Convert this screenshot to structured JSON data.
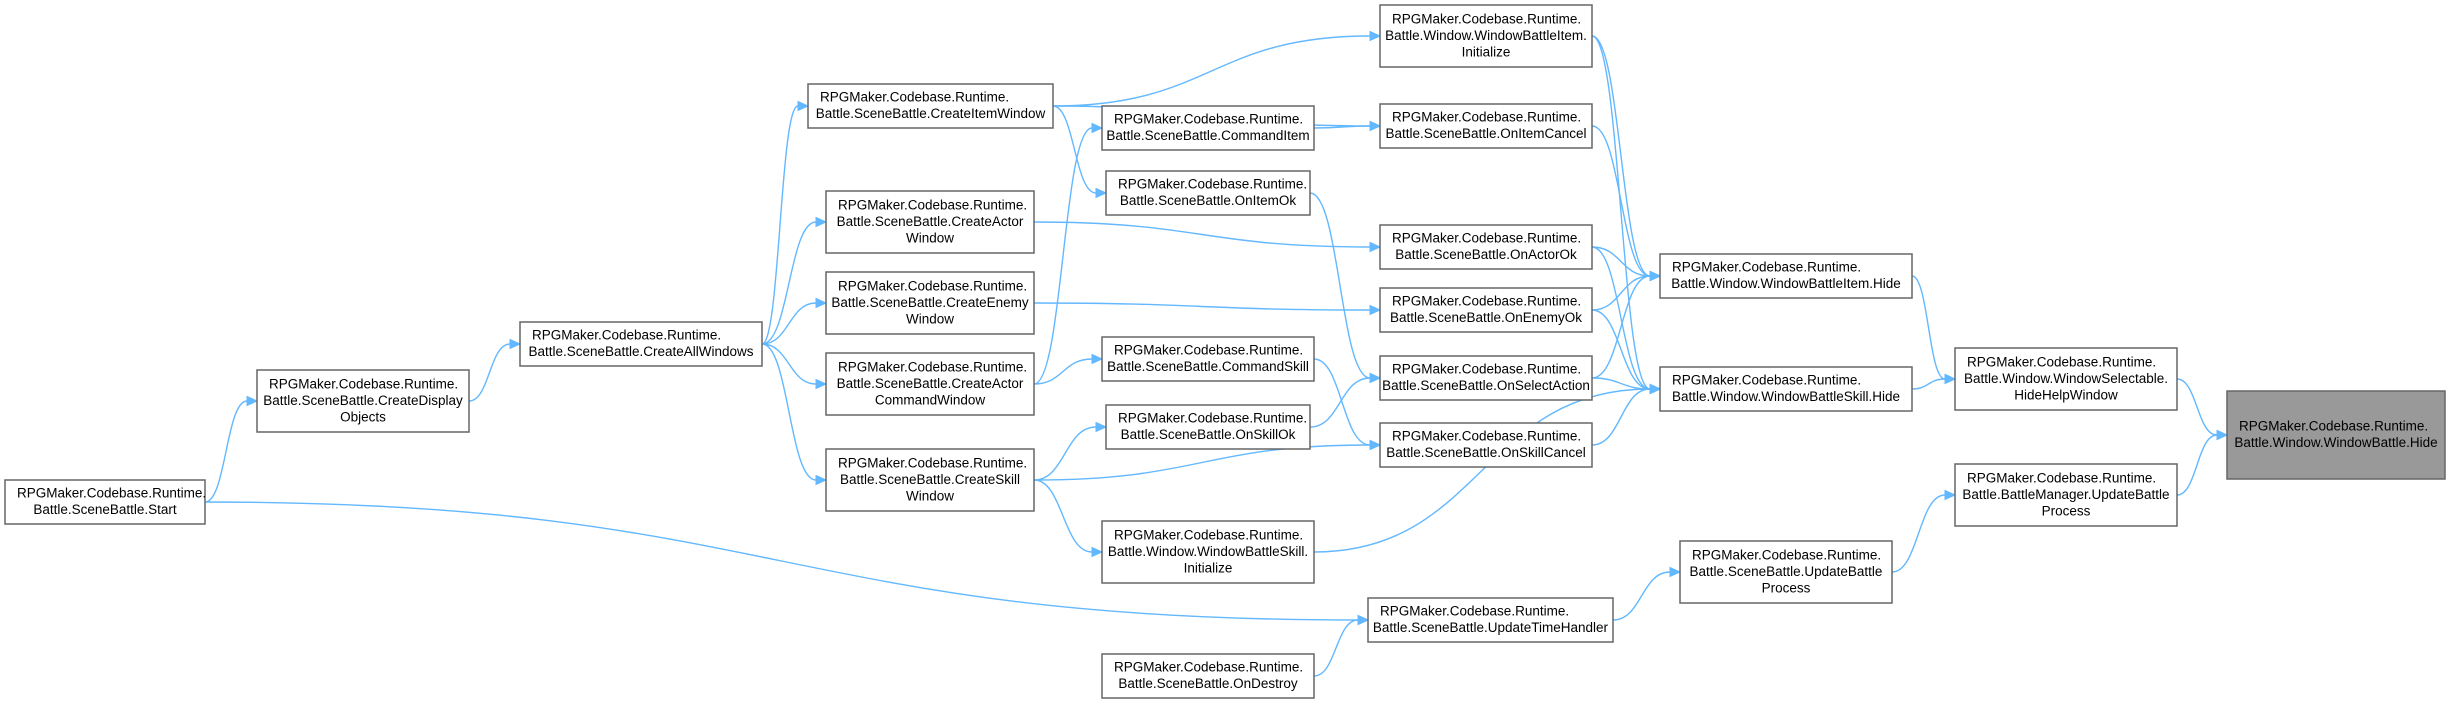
{
  "graph": {
    "colors": {
      "edge": "#63b8ff",
      "node_border": "#666666",
      "node_fill": "#ffffff",
      "focus_fill": "#999999",
      "text": "#000000"
    },
    "nodes": [
      {
        "id": "n_hide_main",
        "focus": true,
        "lines": [
          "RPGMaker.Codebase.Runtime.",
          "Battle.Window.WindowBattle.Hide"
        ]
      },
      {
        "id": "n_hidehelp",
        "lines": [
          "RPGMaker.Codebase.Runtime.",
          "Battle.Window.WindowSelectable.",
          "HideHelpWindow"
        ]
      },
      {
        "id": "n_bm_update",
        "lines": [
          "RPGMaker.Codebase.Runtime.",
          "Battle.BattleManager.UpdateBattle",
          "Process"
        ]
      },
      {
        "id": "n_item_hide",
        "lines": [
          "RPGMaker.Codebase.Runtime.",
          "Battle.Window.WindowBattleItem.Hide"
        ]
      },
      {
        "id": "n_skill_hide",
        "lines": [
          "RPGMaker.Codebase.Runtime.",
          "Battle.Window.WindowBattleSkill.Hide"
        ]
      },
      {
        "id": "n_sb_update",
        "lines": [
          "RPGMaker.Codebase.Runtime.",
          "Battle.SceneBattle.UpdateBattle",
          "Process"
        ]
      },
      {
        "id": "n_item_init",
        "lines": [
          "RPGMaker.Codebase.Runtime.",
          "Battle.Window.WindowBattleItem.",
          "Initialize"
        ]
      },
      {
        "id": "n_itemcancel",
        "lines": [
          "RPGMaker.Codebase.Runtime.",
          "Battle.SceneBattle.OnItemCancel"
        ]
      },
      {
        "id": "n_actorok",
        "lines": [
          "RPGMaker.Codebase.Runtime.",
          "Battle.SceneBattle.OnActorOk"
        ]
      },
      {
        "id": "n_enemyok",
        "lines": [
          "RPGMaker.Codebase.Runtime.",
          "Battle.SceneBattle.OnEnemyOk"
        ]
      },
      {
        "id": "n_selectaction",
        "lines": [
          "RPGMaker.Codebase.Runtime.",
          "Battle.SceneBattle.OnSelectAction"
        ]
      },
      {
        "id": "n_skillcancel",
        "lines": [
          "RPGMaker.Codebase.Runtime.",
          "Battle.SceneBattle.OnSkillCancel"
        ]
      },
      {
        "id": "n_timehandler",
        "lines": [
          "RPGMaker.Codebase.Runtime.",
          "Battle.SceneBattle.UpdateTimeHandler"
        ]
      },
      {
        "id": "n_skill_init",
        "lines": [
          "RPGMaker.Codebase.Runtime.",
          "Battle.Window.WindowBattleSkill.",
          "Initialize"
        ]
      },
      {
        "id": "n_ondestroy",
        "lines": [
          "RPGMaker.Codebase.Runtime.",
          "Battle.SceneBattle.OnDestroy"
        ]
      },
      {
        "id": "n_cmditem",
        "lines": [
          "RPGMaker.Codebase.Runtime.",
          "Battle.SceneBattle.CommandItem"
        ]
      },
      {
        "id": "n_itemok",
        "lines": [
          "RPGMaker.Codebase.Runtime.",
          "Battle.SceneBattle.OnItemOk"
        ]
      },
      {
        "id": "n_cmdskill",
        "lines": [
          "RPGMaker.Codebase.Runtime.",
          "Battle.SceneBattle.CommandSkill"
        ]
      },
      {
        "id": "n_skillok",
        "lines": [
          "RPGMaker.Codebase.Runtime.",
          "Battle.SceneBattle.OnSkillOk"
        ]
      },
      {
        "id": "n_createitemwin",
        "lines": [
          "RPGMaker.Codebase.Runtime.",
          "Battle.SceneBattle.CreateItemWindow"
        ]
      },
      {
        "id": "n_createactorwin",
        "lines": [
          "RPGMaker.Codebase.Runtime.",
          "Battle.SceneBattle.CreateActor",
          "Window"
        ]
      },
      {
        "id": "n_createenemywin",
        "lines": [
          "RPGMaker.Codebase.Runtime.",
          "Battle.SceneBattle.CreateEnemy",
          "Window"
        ]
      },
      {
        "id": "n_createactorcmd",
        "lines": [
          "RPGMaker.Codebase.Runtime.",
          "Battle.SceneBattle.CreateActor",
          "CommandWindow"
        ]
      },
      {
        "id": "n_createskillwin",
        "lines": [
          "RPGMaker.Codebase.Runtime.",
          "Battle.SceneBattle.CreateSkill",
          "Window"
        ]
      },
      {
        "id": "n_createall",
        "lines": [
          "RPGMaker.Codebase.Runtime.",
          "Battle.SceneBattle.CreateAllWindows"
        ]
      },
      {
        "id": "n_createdisplay",
        "lines": [
          "RPGMaker.Codebase.Runtime.",
          "Battle.SceneBattle.CreateDisplay",
          "Objects"
        ]
      },
      {
        "id": "n_start",
        "lines": [
          "RPGMaker.Codebase.Runtime.",
          "Battle.SceneBattle.Start"
        ]
      }
    ],
    "edges": [
      {
        "from": "n_hidehelp",
        "to": "n_hide_main"
      },
      {
        "from": "n_bm_update",
        "to": "n_hide_main"
      },
      {
        "from": "n_item_hide",
        "to": "n_hidehelp"
      },
      {
        "from": "n_skill_hide",
        "to": "n_hidehelp"
      },
      {
        "from": "n_sb_update",
        "to": "n_bm_update"
      },
      {
        "from": "n_item_init",
        "to": "n_item_hide"
      },
      {
        "from": "n_itemcancel",
        "to": "n_item_hide"
      },
      {
        "from": "n_actorok",
        "to": "n_item_hide"
      },
      {
        "from": "n_enemyok",
        "to": "n_item_hide"
      },
      {
        "from": "n_selectaction",
        "to": "n_item_hide"
      },
      {
        "from": "n_actorok",
        "to": "n_skill_hide"
      },
      {
        "from": "n_enemyok",
        "to": "n_skill_hide"
      },
      {
        "from": "n_selectaction",
        "to": "n_skill_hide"
      },
      {
        "from": "n_skillcancel",
        "to": "n_skill_hide"
      },
      {
        "from": "n_skill_init",
        "to": "n_skill_hide"
      },
      {
        "from": "n_item_init",
        "to": "n_skill_hide"
      },
      {
        "from": "n_timehandler",
        "to": "n_sb_update"
      },
      {
        "from": "n_cmditem",
        "to": "n_itemcancel"
      },
      {
        "from": "n_createitemwin",
        "to": "n_itemcancel"
      },
      {
        "from": "n_createitemwin",
        "to": "n_item_init"
      },
      {
        "from": "n_createitemwin",
        "to": "n_itemok"
      },
      {
        "from": "n_itemok",
        "to": "n_selectaction"
      },
      {
        "from": "n_createactorwin",
        "to": "n_actorok"
      },
      {
        "from": "n_createenemywin",
        "to": "n_enemyok"
      },
      {
        "from": "n_createactorcmd",
        "to": "n_cmditem"
      },
      {
        "from": "n_createactorcmd",
        "to": "n_cmdskill"
      },
      {
        "from": "n_cmdskill",
        "to": "n_skillcancel"
      },
      {
        "from": "n_createskillwin",
        "to": "n_skillok"
      },
      {
        "from": "n_createskillwin",
        "to": "n_skillcancel"
      },
      {
        "from": "n_createskillwin",
        "to": "n_skill_init"
      },
      {
        "from": "n_skillok",
        "to": "n_selectaction"
      },
      {
        "from": "n_createall",
        "to": "n_createitemwin"
      },
      {
        "from": "n_createall",
        "to": "n_createactorwin"
      },
      {
        "from": "n_createall",
        "to": "n_createenemywin"
      },
      {
        "from": "n_createall",
        "to": "n_createactorcmd"
      },
      {
        "from": "n_createall",
        "to": "n_createskillwin"
      },
      {
        "from": "n_createdisplay",
        "to": "n_createall"
      },
      {
        "from": "n_start",
        "to": "n_createdisplay"
      },
      {
        "from": "n_start",
        "to": "n_timehandler"
      },
      {
        "from": "n_ondestroy",
        "to": "n_timehandler"
      }
    ]
  }
}
